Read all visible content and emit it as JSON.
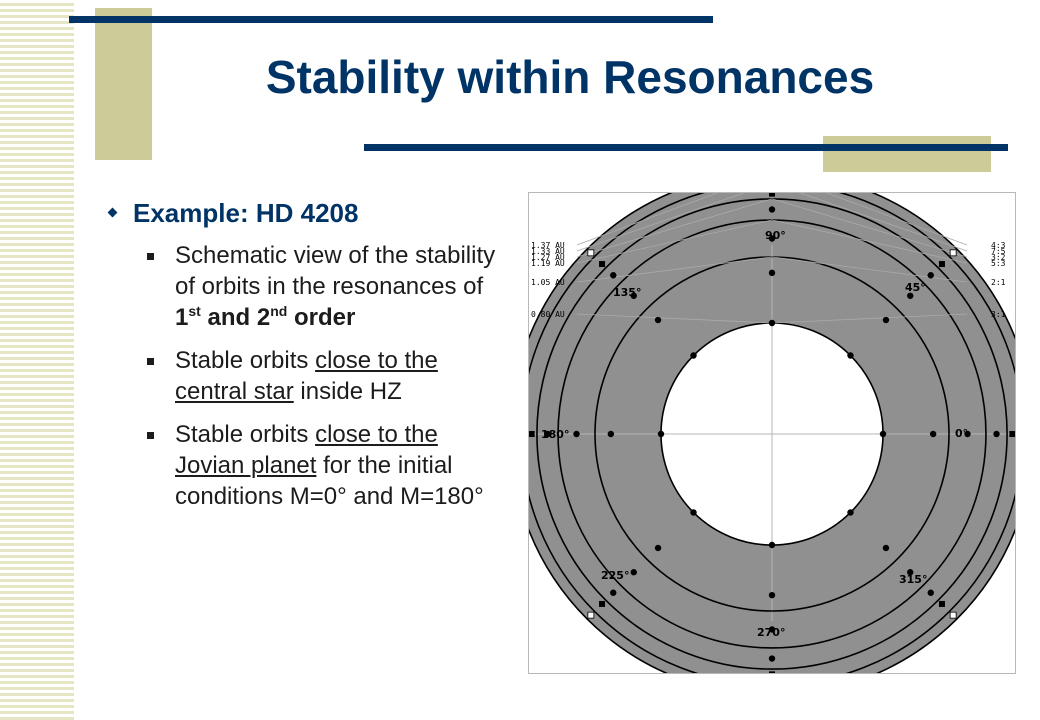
{
  "slide": {
    "title": "Stability within Resonances",
    "example_heading": "Example: HD 4208",
    "bullets": {
      "b1_a": "Schematic view of the stability of orbits in the resonances of ",
      "b1_sup1_base": "1",
      "b1_sup1": "st",
      "b1_and": " and ",
      "b1_sup2_base": "2",
      "b1_sup2": "nd",
      "b1_order": " order",
      "b2_a": "Stable orbits ",
      "b2_u": "close to the central star",
      "b2_b": " inside HZ",
      "b3_a": "Stable orbits ",
      "b3_u": "close to the Jovian planet",
      "b3_b": " for the initial conditions M=0° and M=180°"
    }
  },
  "diagram": {
    "radii_au": [
      0.8,
      1.05,
      1.19,
      1.27,
      1.33,
      1.37
    ],
    "au_labels": [
      "1.37 AU",
      "1.33 AU",
      "1.27 AU",
      "1.19 AU",
      "1.05 AU",
      "0.80 AU"
    ],
    "resonance_labels": [
      "4:3",
      "7:5",
      "3:2",
      "5:3",
      "2:1",
      "3:1"
    ],
    "angle_labels": [
      "0°",
      "45°",
      "90°",
      "135°",
      "180°",
      "225°",
      "270°",
      "315°"
    ],
    "colors": {
      "ring_fill": "#909090",
      "line": "#000000"
    }
  }
}
